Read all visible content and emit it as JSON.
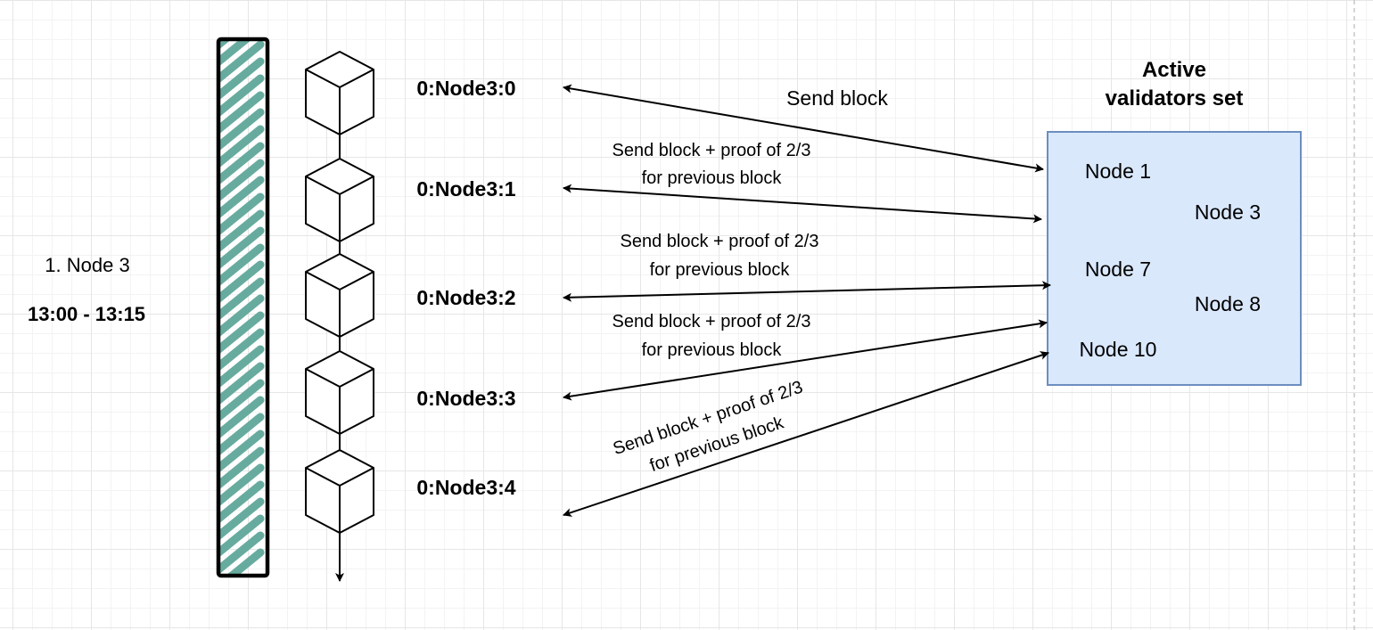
{
  "slot": {
    "label": "1. Node 3",
    "time": "13:00 - 13:15"
  },
  "blocks": [
    {
      "id": "0:Node3:0"
    },
    {
      "id": "0:Node3:1"
    },
    {
      "id": "0:Node3:2"
    },
    {
      "id": "0:Node3:3"
    },
    {
      "id": "0:Node3:4"
    }
  ],
  "messages": [
    {
      "line1": "Send block",
      "line2": ""
    },
    {
      "line1": "Send block + proof of 2/3",
      "line2": "for previous block"
    },
    {
      "line1": "Send block + proof of 2/3",
      "line2": "for previous block"
    },
    {
      "line1": "Send block + proof of 2/3",
      "line2": "for previous block"
    },
    {
      "line1": "Send block + proof of 2/3",
      "line2": "for previous block"
    }
  ],
  "validators": {
    "title_line1": "Active",
    "title_line2": "validators set",
    "nodes": [
      "Node 1",
      "Node 3",
      "Node 7",
      "Node 8",
      "Node 10"
    ]
  },
  "colors": {
    "hatch": "#67AB9F",
    "box_fill": "#DAE8FC",
    "box_stroke": "#6C8EBF"
  }
}
